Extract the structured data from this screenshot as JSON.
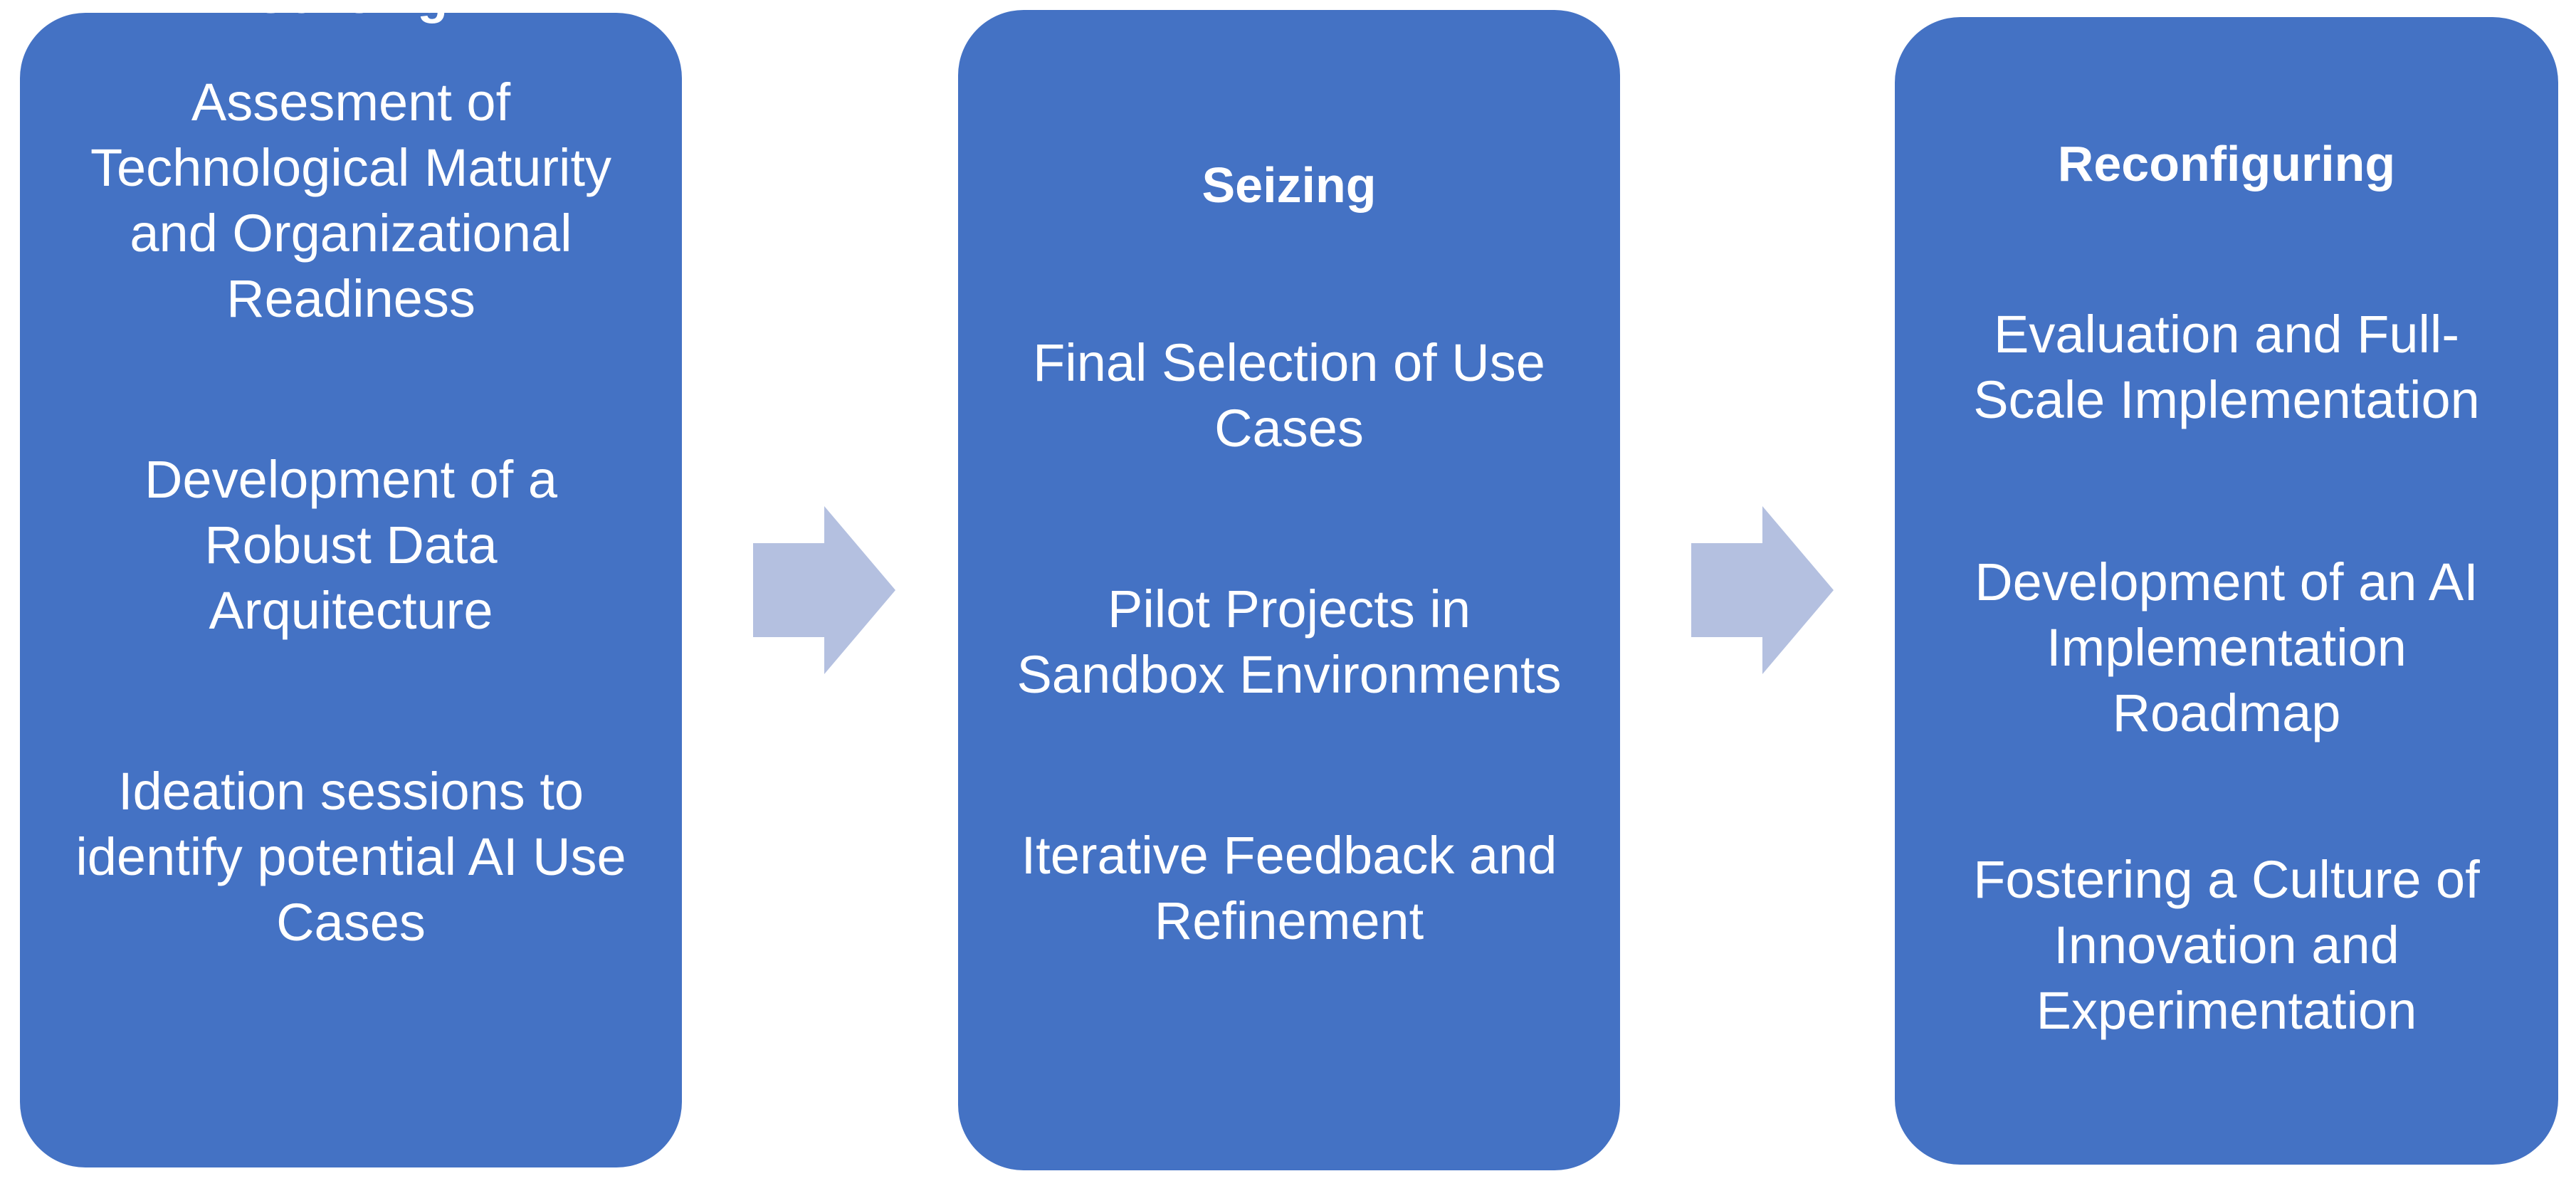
{
  "colors": {
    "panel_fill": "#4472c4",
    "text": "#ffffff",
    "arrow_fill": "#b4c0e0"
  },
  "stages": [
    {
      "heading": "Sensing",
      "items": [
        "Assesment of\nTechnological Maturity\nand Organizational\nReadiness",
        "Development of a\nRobust Data\nArquitecture",
        "Ideation sessions to\nidentify potential AI Use\nCases"
      ]
    },
    {
      "heading": "Seizing",
      "items": [
        "Final Selection of Use\nCases",
        "Pilot Projects in\nSandbox Environments",
        "Iterative Feedback and\nRefinement"
      ]
    },
    {
      "heading": "Reconfiguring",
      "items": [
        "Evaluation and Full-\nScale  Implementation",
        "Development of an AI\nImplementation\nRoadmap",
        "Fostering a Culture of\nInnovation and\nExperimentation"
      ]
    }
  ],
  "arrows": [
    {
      "icon": "right-arrow-icon"
    },
    {
      "icon": "right-arrow-icon"
    }
  ]
}
